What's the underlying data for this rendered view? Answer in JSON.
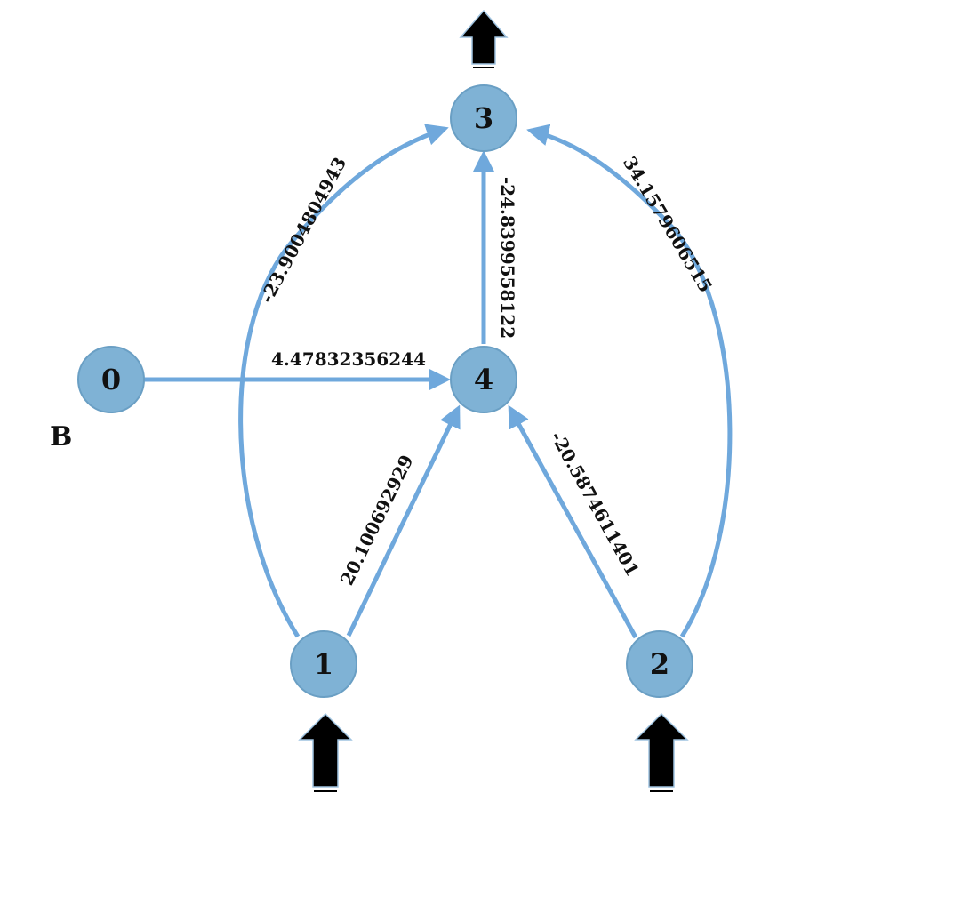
{
  "panel_label": "B",
  "colors": {
    "node_fill": "#7fb2d5",
    "edge": "#6fa8dc",
    "flow_arrow": "#000000"
  },
  "nodes": [
    {
      "id": "0",
      "label": "0"
    },
    {
      "id": "1",
      "label": "1"
    },
    {
      "id": "2",
      "label": "2"
    },
    {
      "id": "3",
      "label": "3"
    },
    {
      "id": "4",
      "label": "4"
    }
  ],
  "edges": [
    {
      "from": "0",
      "to": "4",
      "label": "4.47832356244"
    },
    {
      "from": "1",
      "to": "4",
      "label": "20.100692929"
    },
    {
      "from": "2",
      "to": "4",
      "label": "-20.5874611401"
    },
    {
      "from": "4",
      "to": "3",
      "label": "-24.8399558122"
    },
    {
      "from": "1",
      "to": "3",
      "label": "-23.9004804943"
    },
    {
      "from": "2",
      "to": "3",
      "label": "34.1579606515"
    }
  ],
  "flows": [
    {
      "node": "3",
      "direction": "out"
    },
    {
      "node": "1",
      "direction": "in"
    },
    {
      "node": "2",
      "direction": "in"
    }
  ]
}
